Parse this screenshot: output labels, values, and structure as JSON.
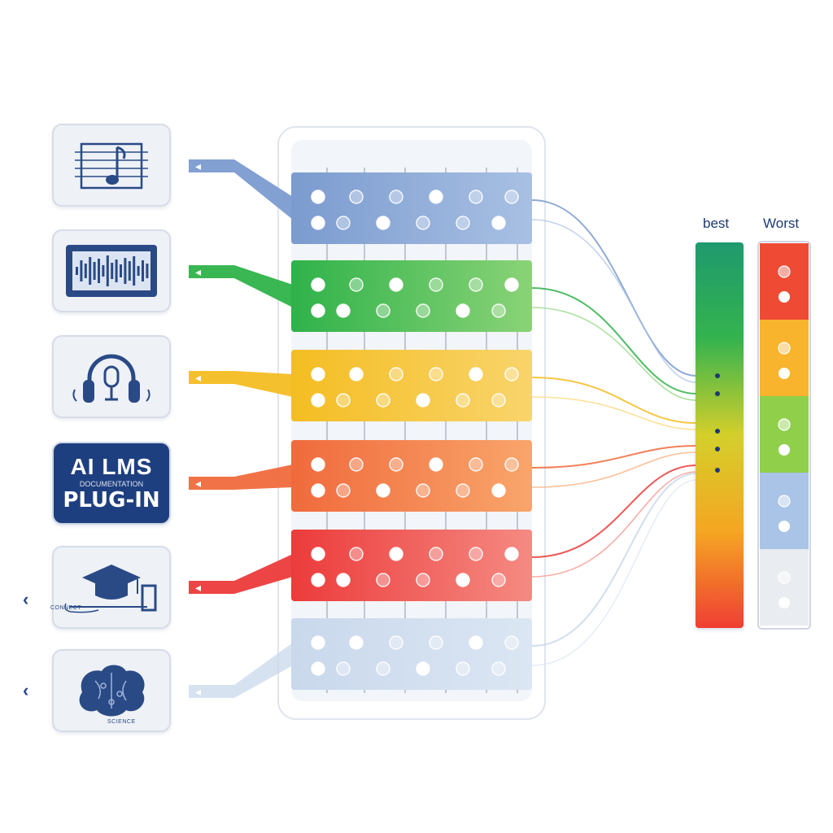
{
  "cards": [
    {
      "name": "music-sheet-icon",
      "kind": "icon"
    },
    {
      "name": "waveform-icon",
      "kind": "icon"
    },
    {
      "name": "headphones-microphone-icon",
      "kind": "icon"
    },
    {
      "name": "lms-plugin-card",
      "kind": "text",
      "line1": "AI LMS",
      "line2": "DOCUMENTATION",
      "line3": "PLUG-IN"
    },
    {
      "name": "graduation-cap-icon",
      "kind": "icon",
      "caption": "CONNECT"
    },
    {
      "name": "brain-icon",
      "kind": "icon",
      "caption": "SCIENCE"
    }
  ],
  "rows": [
    {
      "name": "row-blue",
      "color": "#7b9bcf",
      "color_light": "#a8c0e3"
    },
    {
      "name": "row-green",
      "color": "#2fb24a",
      "color_light": "#8ad377"
    },
    {
      "name": "row-yellow",
      "color": "#f4bd22",
      "color_light": "#f9d46b"
    },
    {
      "name": "row-orange",
      "color": "#f06a3c",
      "color_light": "#f9a56b"
    },
    {
      "name": "row-red",
      "color": "#ec3b3b",
      "color_light": "#f58a82"
    },
    {
      "name": "row-pale-blue",
      "color": "#c9d8ec",
      "color_light": "#dbe6f3"
    }
  ],
  "scale": {
    "best_label": "best",
    "worst_label": "Worst",
    "gradient": [
      "#1f9a6e",
      "#34b34e",
      "#d4cf2a",
      "#f5a623",
      "#ef3e33"
    ],
    "worst_segments": [
      "#ef4b34",
      "#f7b42c",
      "#8fcf4a",
      "#a9c4e6",
      "#e9ecf1"
    ]
  }
}
